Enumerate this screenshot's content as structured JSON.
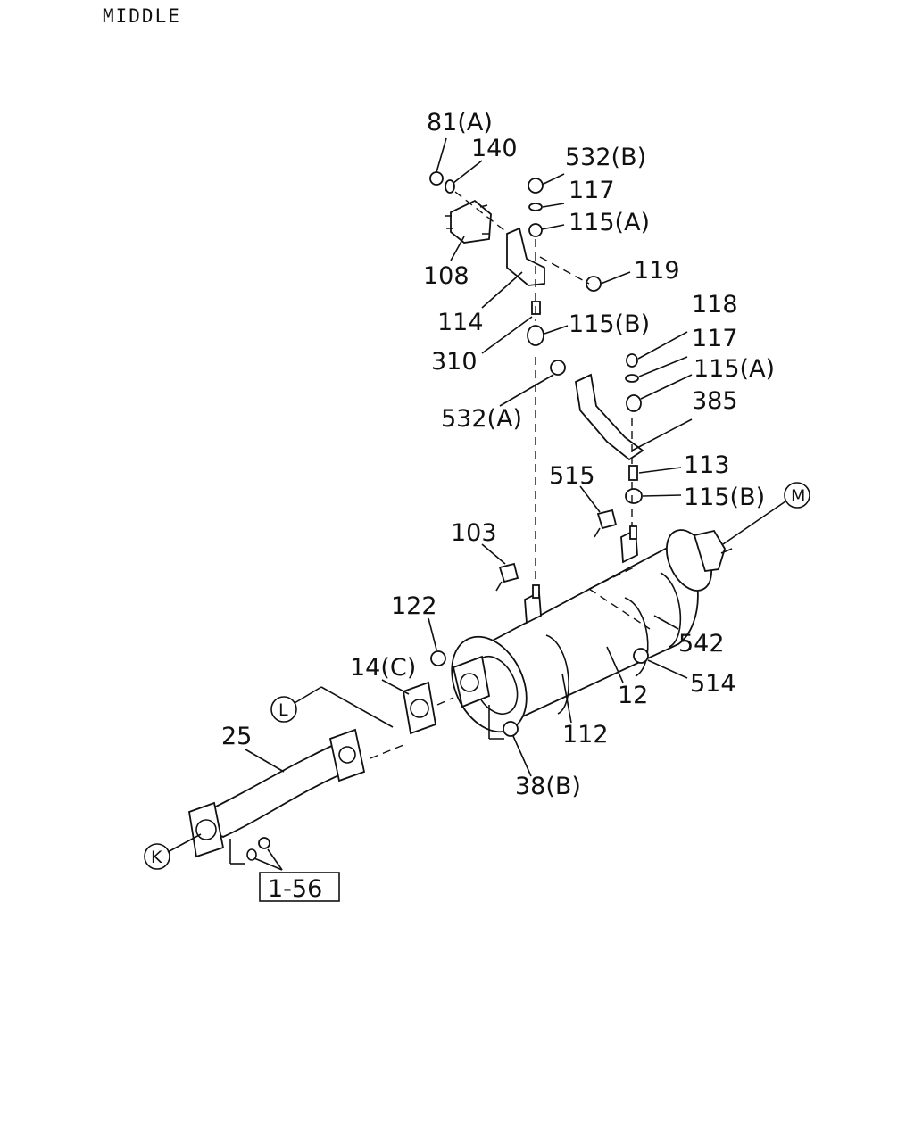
{
  "section_title": "MIDDLE",
  "ref_box": "1-56",
  "circle_refs": {
    "K": "K",
    "L": "L",
    "M": "M"
  },
  "labels": {
    "p81A": "81(A)",
    "p140": "140",
    "p532B": "532(B)",
    "p117a": "117",
    "p115Aa": "115(A)",
    "p108": "108",
    "p119": "119",
    "p114": "114",
    "p115Ba": "115(B)",
    "p310": "310",
    "p118": "118",
    "p117b": "117",
    "p115Ab": "115(A)",
    "p532A": "532(A)",
    "p385": "385",
    "p113": "113",
    "p515": "515",
    "p115Bb": "115(B)",
    "p103": "103",
    "p122": "122",
    "p542": "542",
    "p14C": "14(C)",
    "p12": "12",
    "p514": "514",
    "p25": "25",
    "p112": "112",
    "p38B": "38(B)"
  }
}
